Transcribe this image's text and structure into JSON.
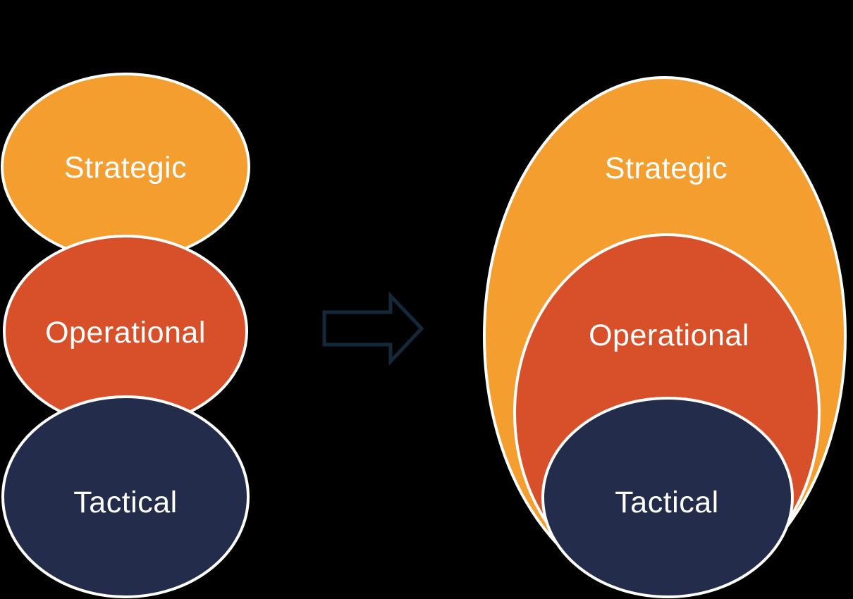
{
  "colors": {
    "background": "#000000",
    "strategic_orange": "#F49E30",
    "operational_red": "#D8502A",
    "tactical_navy": "#232C4A",
    "shape_outline": "#FFFFFF",
    "arrow_outline": "#13293A",
    "label_text": "#FFFFFF"
  },
  "icons": {
    "arrow": "right-arrow"
  },
  "left_group": {
    "items": [
      {
        "label": "Strategic"
      },
      {
        "label": "Operational"
      },
      {
        "label": "Tactical"
      }
    ]
  },
  "right_group": {
    "items": [
      {
        "label": "Strategic"
      },
      {
        "label": "Operational"
      },
      {
        "label": "Tactical"
      }
    ]
  }
}
